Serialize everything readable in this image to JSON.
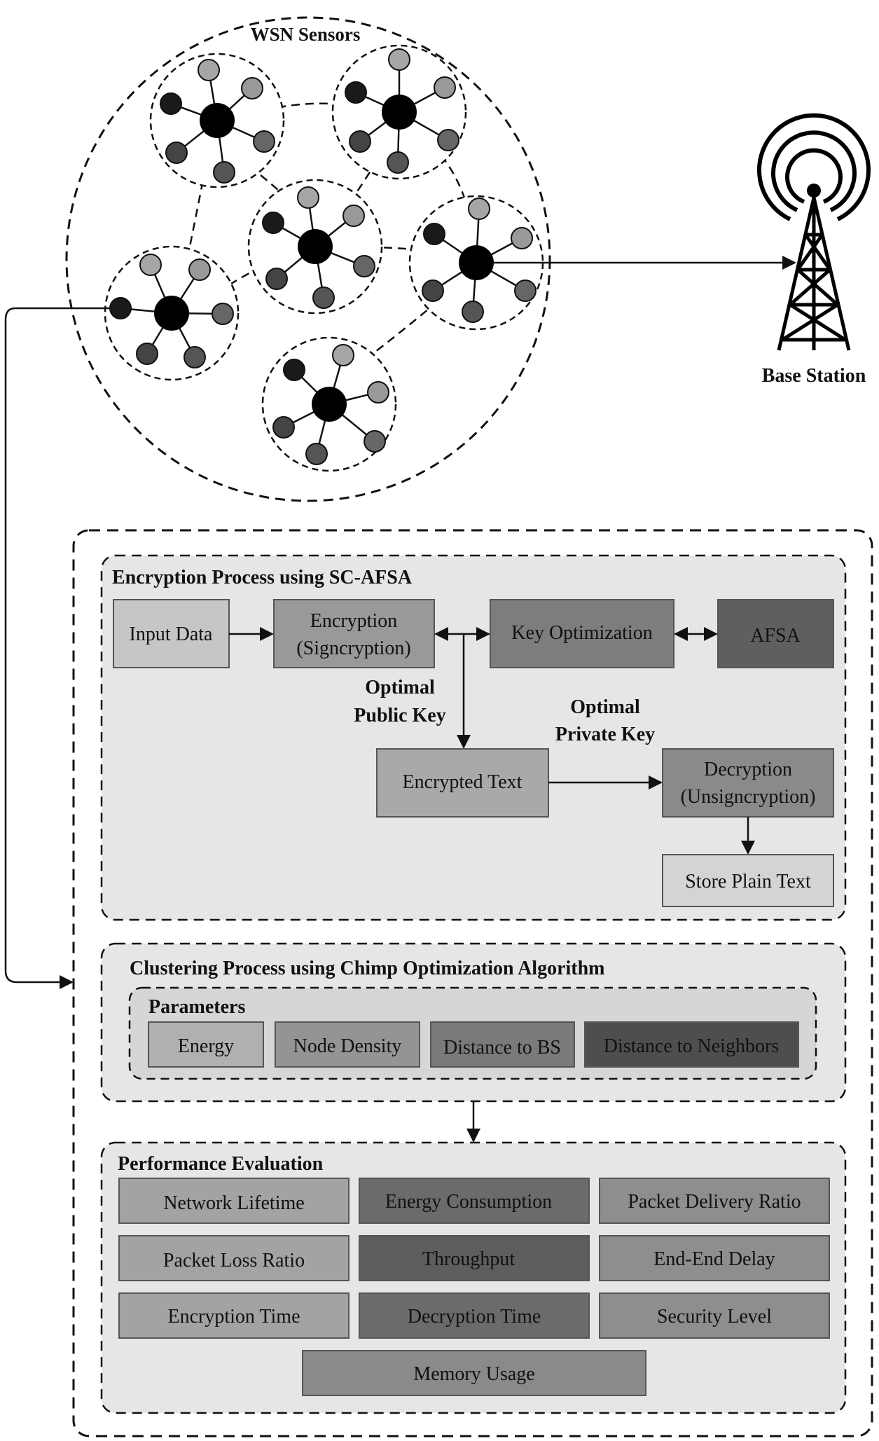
{
  "wsn": {
    "title": "WSN Sensors"
  },
  "base_station": {
    "label": "Base Station"
  },
  "encryption": {
    "title": "Encryption Process using SC-AFSA",
    "input_data": "Input Data",
    "encryption_line1": "Encryption",
    "encryption_line2": "(Signcryption)",
    "key_optimization": "Key Optimization",
    "afsa": "AFSA",
    "public_key_line1": "Optimal",
    "public_key_line2": "Public Key",
    "private_key_line1": "Optimal",
    "private_key_line2": "Private Key",
    "encrypted_text": "Encrypted Text",
    "decryption_line1": "Decryption",
    "decryption_line2": "(Unsigncryption)",
    "store_plain_text": "Store Plain Text"
  },
  "clustering": {
    "title": "Clustering Process using Chimp Optimization Algorithm",
    "parameters_title": "Parameters",
    "parameters": [
      "Energy",
      "Node Density",
      "Distance to BS",
      "Distance to Neighbors"
    ]
  },
  "performance": {
    "title": "Performance Evaluation",
    "metrics": [
      "Network Lifetime",
      "Energy Consumption",
      "Packet Delivery Ratio",
      "Packet Loss Ratio",
      "Throughput",
      "End-End Delay",
      "Encryption Time",
      "Decryption Time",
      "Security Level",
      "Memory Usage"
    ]
  }
}
